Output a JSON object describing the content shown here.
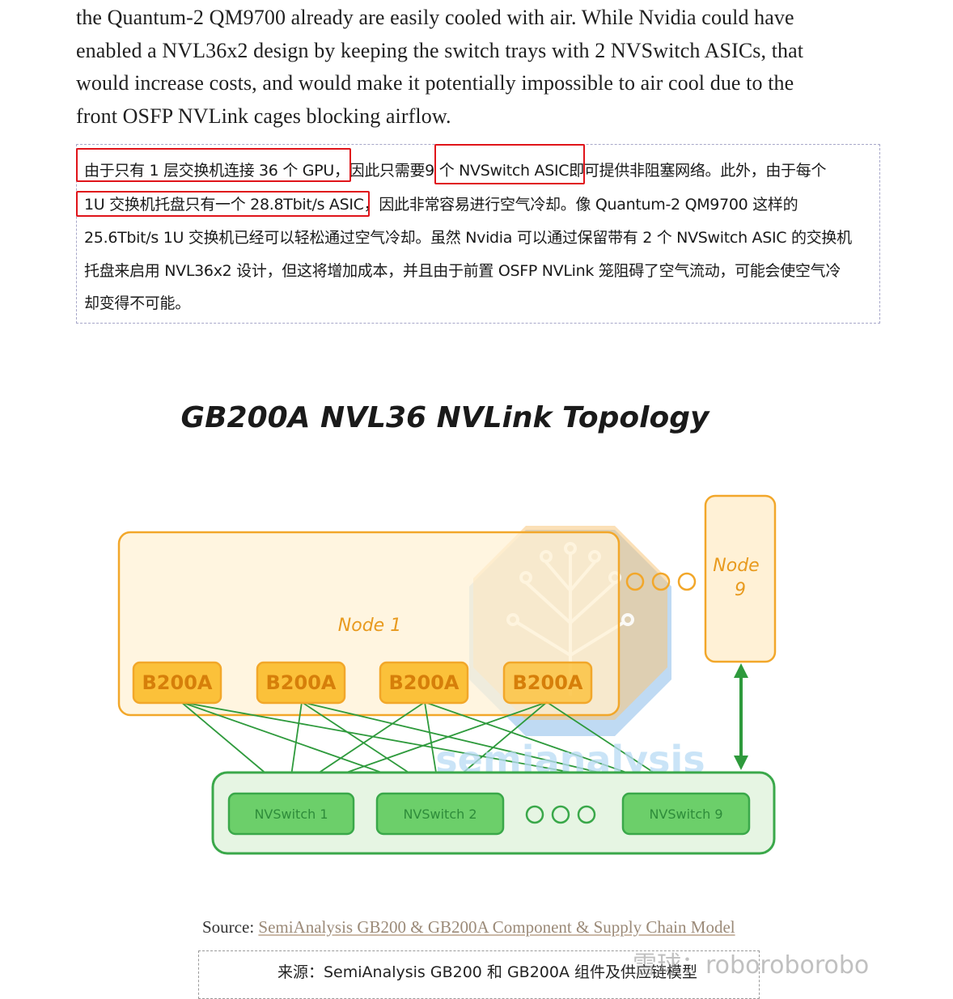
{
  "english_paragraph": [
    "the Quantum-2 QM9700 already are easily cooled with air. While Nvidia could have",
    "enabled a NVL36x2 design by keeping the switch trays with 2 NVSwitch ASICs, that",
    "would increase costs, and would make it potentially impossible to air cool due to the",
    "front OSFP NVLink cages blocking airflow."
  ],
  "chinese_paragraph": {
    "line1_hl1": "由于只有 1 层交换机连接 36 个 GPU，",
    "line1_mid": "因此只需要",
    "line1_hl2": "9 个 NVSwitch ASIC",
    "line1_rest": "即可提供非阻塞网络。此外，由于每个",
    "line2_hl": "1U 交换机托盘只有一个 28.8Tbit/s ASIC",
    "line2_rest": "，因此非常容易进行空气冷却。像 Quantum-2 QM9700 这样的",
    "line3": "25.6Tbit/s 1U 交换机已经可以轻松通过空气冷却。虽然 Nvidia 可以通过保留带有 2 个 NVSwitch ASIC 的交换机",
    "line4": "托盘来启用 NVL36x2 设计，但这将增加成本，并且由于前置 OSFP NVLink 笼阻碍了空气流动，可能会使空气冷",
    "line5": "却变得不可能。"
  },
  "diagram": {
    "title": "GB200A NVL36 NVLink Topology",
    "node1_label": "Node 1",
    "node9_label_line1": "Node",
    "node9_label_line2": "9",
    "gpu_labels": [
      "B200A",
      "B200A",
      "B200A",
      "B200A"
    ],
    "switch_labels": [
      "NVSwitch 1",
      "NVSwitch 2",
      "NVSwitch 9"
    ],
    "watermark": "semianalysis",
    "colors": {
      "node_fill": "#fff1d6",
      "node_stroke": "#f2a72a",
      "gpu_fill": "#fbc13a",
      "gpu_text": "#d67f0a",
      "switch_tray_fill": "#e6f5e3",
      "switch_stroke": "#3aa84a",
      "switch_fill": "#6ccf6a",
      "link": "#2e9a3c"
    }
  },
  "caption": {
    "prefix": "Source: ",
    "link": "SemiAnalysis GB200 & GB200A Component & Supply Chain Model",
    "zh": "来源：SemiAnalysis GB200 和 GB200A 组件及供应链模型"
  },
  "site_watermark": "雪球：roboroborobo"
}
